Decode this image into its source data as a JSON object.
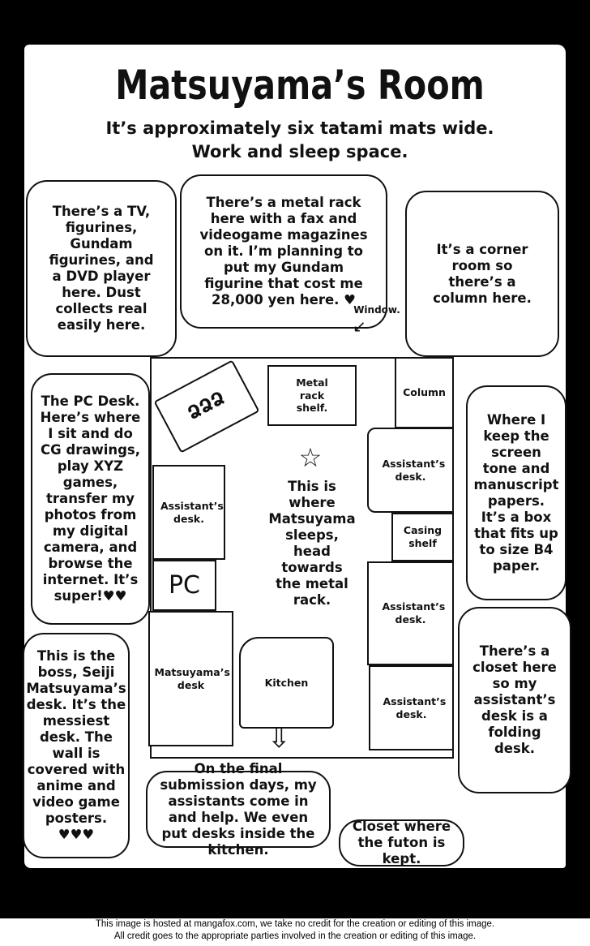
{
  "title": "Matsuyama’s Room",
  "subtitle": [
    "It’s approximately six tatami mats wide.",
    "Work and sleep space."
  ],
  "bubbles": {
    "tv": "There’s a TV, figurines, Gundam figurines, and a DVD player here. Dust collects real easily here.",
    "rack": "There’s a metal rack here with a fax and videogame magazines on it. I’m planning to put my Gundam figurine that cost me 28,000 yen here. ♥",
    "corner": "It’s a corner room so there’s a column here.",
    "pc_desk": "The PC Desk. Here’s where I sit and do CG drawings, play XYZ games, transfer my photos from my digital camera, and browse the internet. It’s super!♥♥",
    "screen_tone": "Where I keep the screen tone and manuscript papers. It’s a box that fits up to size B4 paper.",
    "boss": "This is the boss, Seiji Matsuyama’s desk. It’s the messiest desk. The wall is covered with anime and video game posters. ♥♥♥",
    "closet_desk": "There’s a closet here so my assistant’s desk is a folding desk.",
    "submission": "On the final submission days, my assistants come in and help. We even put desks inside the kitchen.",
    "futon": "Closet where the futon is kept."
  },
  "window_label": "Window.",
  "room": {
    "metal_rack": "Metal rack shelf.",
    "column": "Column",
    "assistant_desk": "Assistant’s desk.",
    "casing_shelf": "Casing shelf",
    "pc": "PC",
    "matsuyama_desk": "Matsuyama’s desk",
    "kitchen": "Kitchen",
    "sleep": "This is where Matsuyama sleeps, head towards the metal rack.",
    "star": "☆"
  },
  "footer": [
    "This image is hosted at mangafox.com, we take no credit for the creation or editing of this image.",
    "All credit goes to the appropriate parties involved in the creation or editing of this image."
  ]
}
